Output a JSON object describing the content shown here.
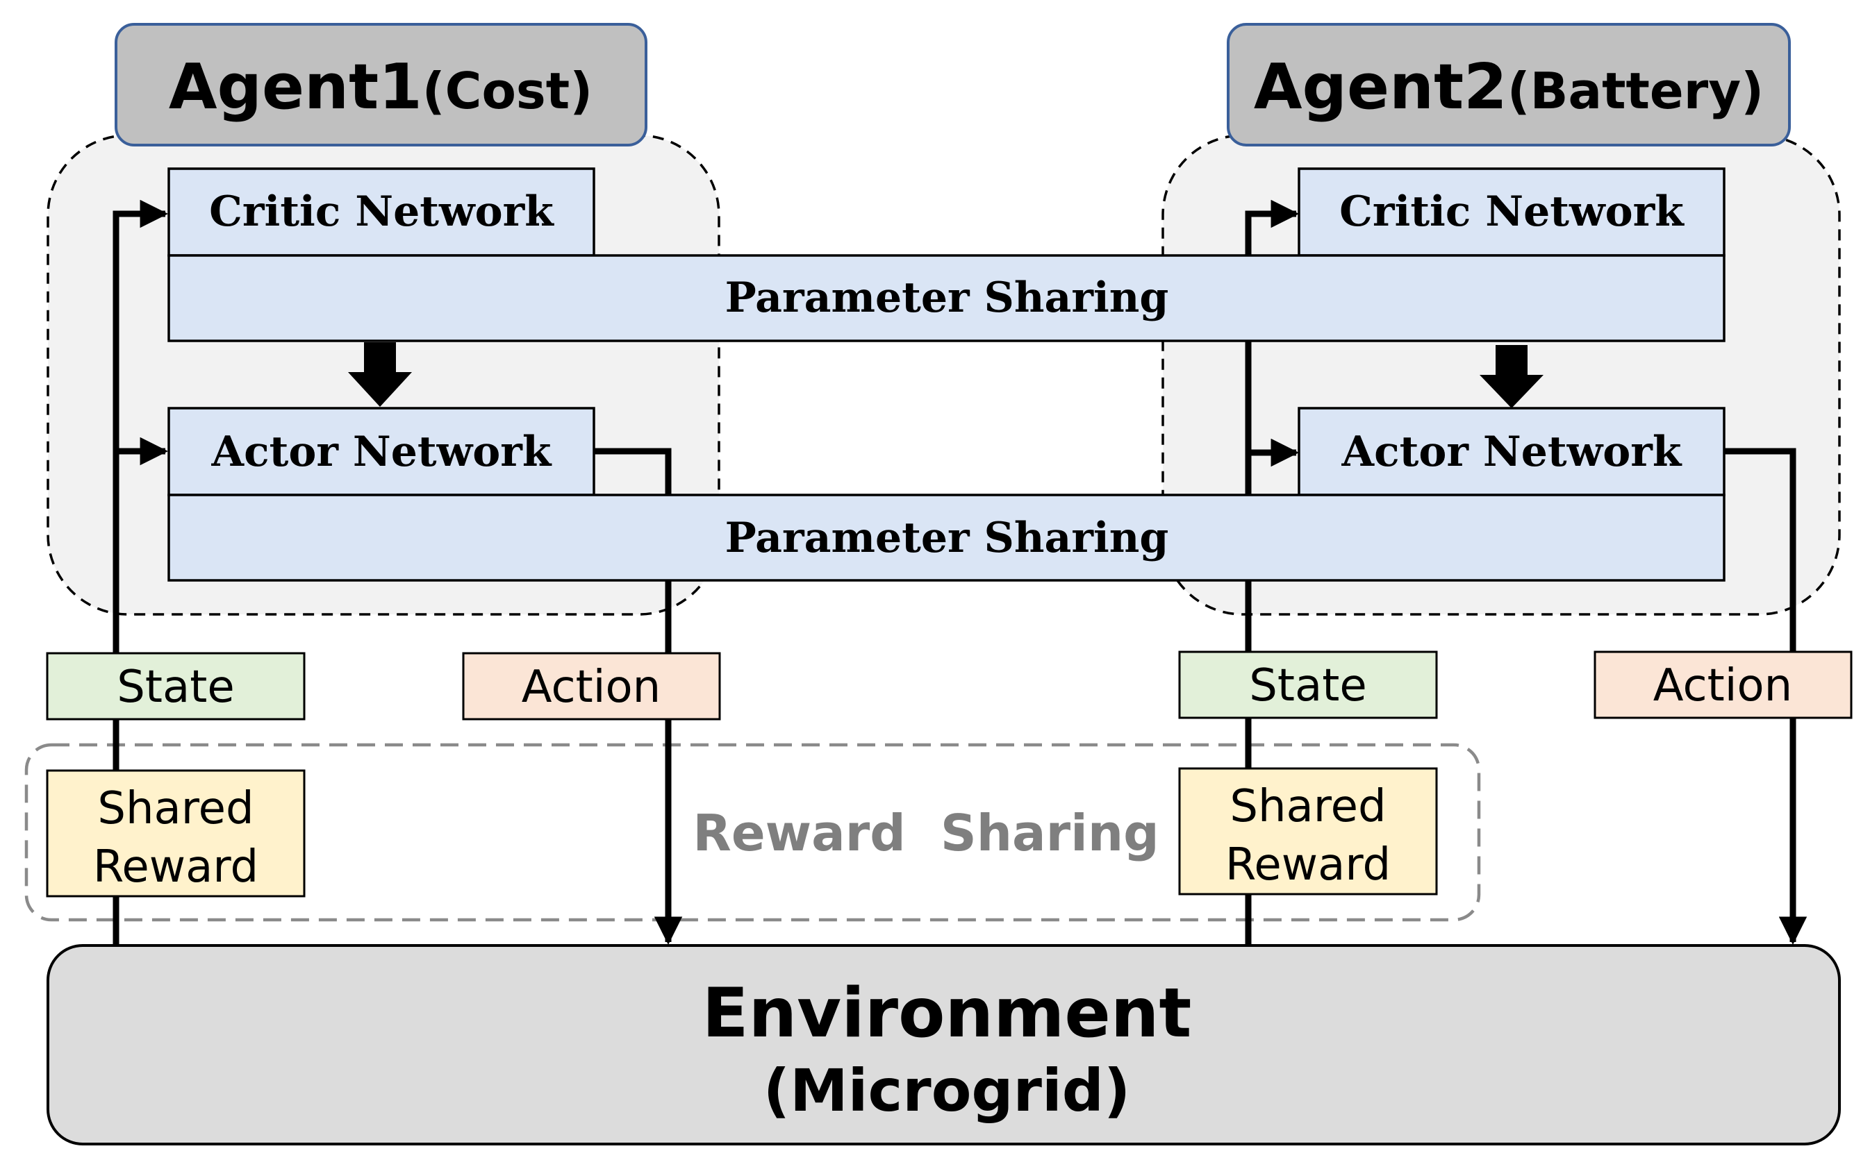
{
  "agents": [
    {
      "title": "Agent1",
      "subtitle": "(Cost)",
      "critic_label": "Critic Network",
      "actor_label": "Actor Network",
      "state_label": "State",
      "action_label": "Action",
      "reward_label_line1": "Shared",
      "reward_label_line2": "Reward"
    },
    {
      "title": "Agent2",
      "subtitle": "(Battery)",
      "critic_label": "Critic Network",
      "actor_label": "Actor Network",
      "state_label": "State",
      "action_label": "Action",
      "reward_label_line1": "Shared",
      "reward_label_line2": "Reward"
    }
  ],
  "parameter_sharing": {
    "critic_label": "Parameter Sharing",
    "actor_label": "Parameter Sharing"
  },
  "reward_sharing": {
    "label": "Reward  Sharing"
  },
  "environment": {
    "title": "Environment",
    "subtitle": "(Microgrid)"
  },
  "colors": {
    "network_fill": "#dae5f5",
    "state_fill": "#e2f0d9",
    "action_fill": "#fbe5d6",
    "reward_fill": "#fff2cc",
    "agent_header_fill": "#c0c0c0",
    "agent_header_border": "#3a5f9a",
    "agent_region_fill": "#f2f2f2",
    "environment_fill": "#dcdcdc",
    "reward_sharing_text": "#7f7f7f"
  }
}
